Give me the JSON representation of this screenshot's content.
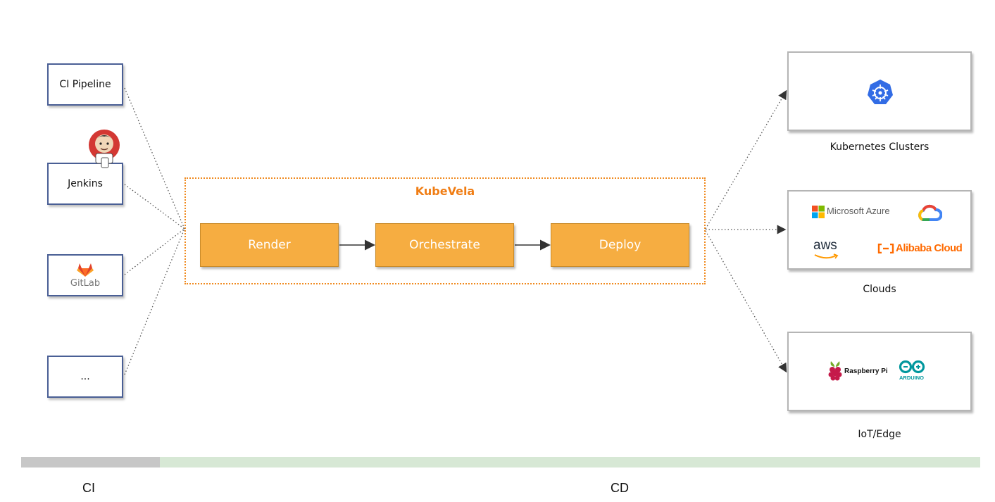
{
  "sources": [
    {
      "id": "ci-pipeline",
      "label": "CI Pipeline"
    },
    {
      "id": "jenkins",
      "label": "Jenkins"
    },
    {
      "id": "gitlab",
      "label": "GitLab"
    },
    {
      "id": "more",
      "label": "..."
    }
  ],
  "kubevela": {
    "title": "KubeVela",
    "stages": [
      "Render",
      "Orchestrate",
      "Deploy"
    ]
  },
  "targets": [
    {
      "label": "Kubernetes Clusters"
    },
    {
      "label": "Clouds",
      "logos": [
        "Microsoft Azure",
        "aws",
        "Alibaba Cloud"
      ]
    },
    {
      "label": "IoT/Edge",
      "logos": [
        "Raspberry Pi",
        "ARDUINO"
      ]
    }
  ],
  "phases": {
    "ci": "CI",
    "cd": "CD"
  },
  "icons": {
    "jenkins": "jenkins-butler-icon",
    "gitlab": "gitlab-fox-icon",
    "kubernetes": "kubernetes-wheel-icon",
    "azure": "microsoft-windows-icon",
    "gcp": "google-cloud-icon",
    "alibaba": "alibaba-bracket-icon",
    "raspberry": "raspberry-icon",
    "arduino": "arduino-infinity-icon"
  },
  "colors": {
    "kubevela": "#f07d14",
    "stage": "#f6ad41",
    "source_border": "#4a5f95",
    "ci_bar": "#c7c7c7",
    "cd_bar": "#d7e8d5"
  }
}
